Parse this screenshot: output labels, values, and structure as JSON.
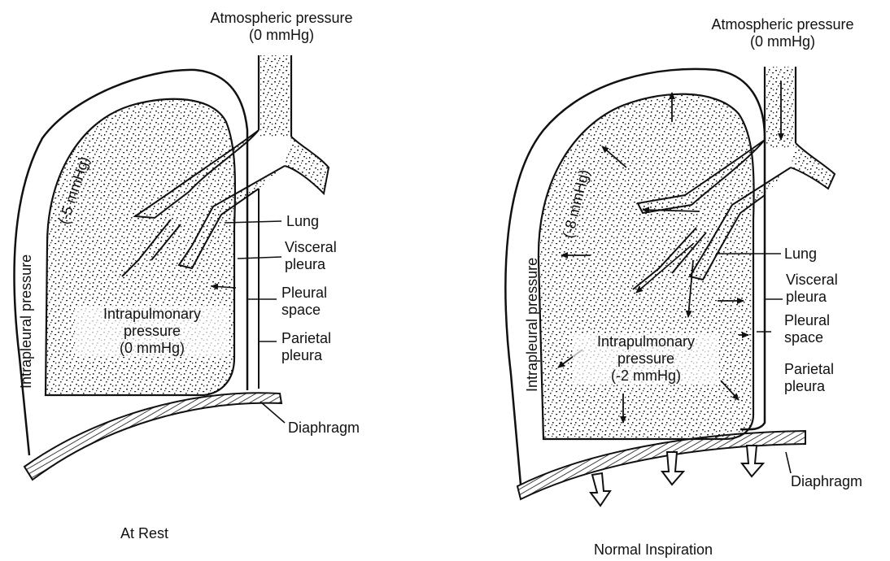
{
  "panels": [
    {
      "caption": "At Rest",
      "atmospheric": {
        "line1": "Atmospheric pressure",
        "line2": "(0 mmHg)"
      },
      "intrapleural": {
        "label": "Intrapleural pressure",
        "value": "(-5 mmHg)"
      },
      "intrapulmonary": {
        "line1": "Intrapulmonary",
        "line2": "pressure",
        "line3": "(0 mmHg)"
      },
      "structures": {
        "lung": "Lung",
        "visceral": [
          "Visceral",
          "pleura"
        ],
        "space": [
          "Pleural",
          "space"
        ],
        "parietal": [
          "Parietal",
          "pleura"
        ],
        "diaphragm": "Diaphragm"
      }
    },
    {
      "caption": "Normal Inspiration",
      "atmospheric": {
        "line1": "Atmospheric pressure",
        "line2": "(0 mmHg)"
      },
      "intrapleural": {
        "label": "Intrapleural pressure",
        "value": "(-8 mmHg)"
      },
      "intrapulmonary": {
        "line1": "Intrapulmonary",
        "line2": "pressure",
        "line3": "(-2 mmHg)"
      },
      "structures": {
        "lung": "Lung",
        "visceral": [
          "Visceral",
          "pleura"
        ],
        "space": [
          "Pleural",
          "space"
        ],
        "parietal": [
          "Parietal",
          "pleura"
        ],
        "diaphragm": "Diaphragm"
      }
    }
  ]
}
